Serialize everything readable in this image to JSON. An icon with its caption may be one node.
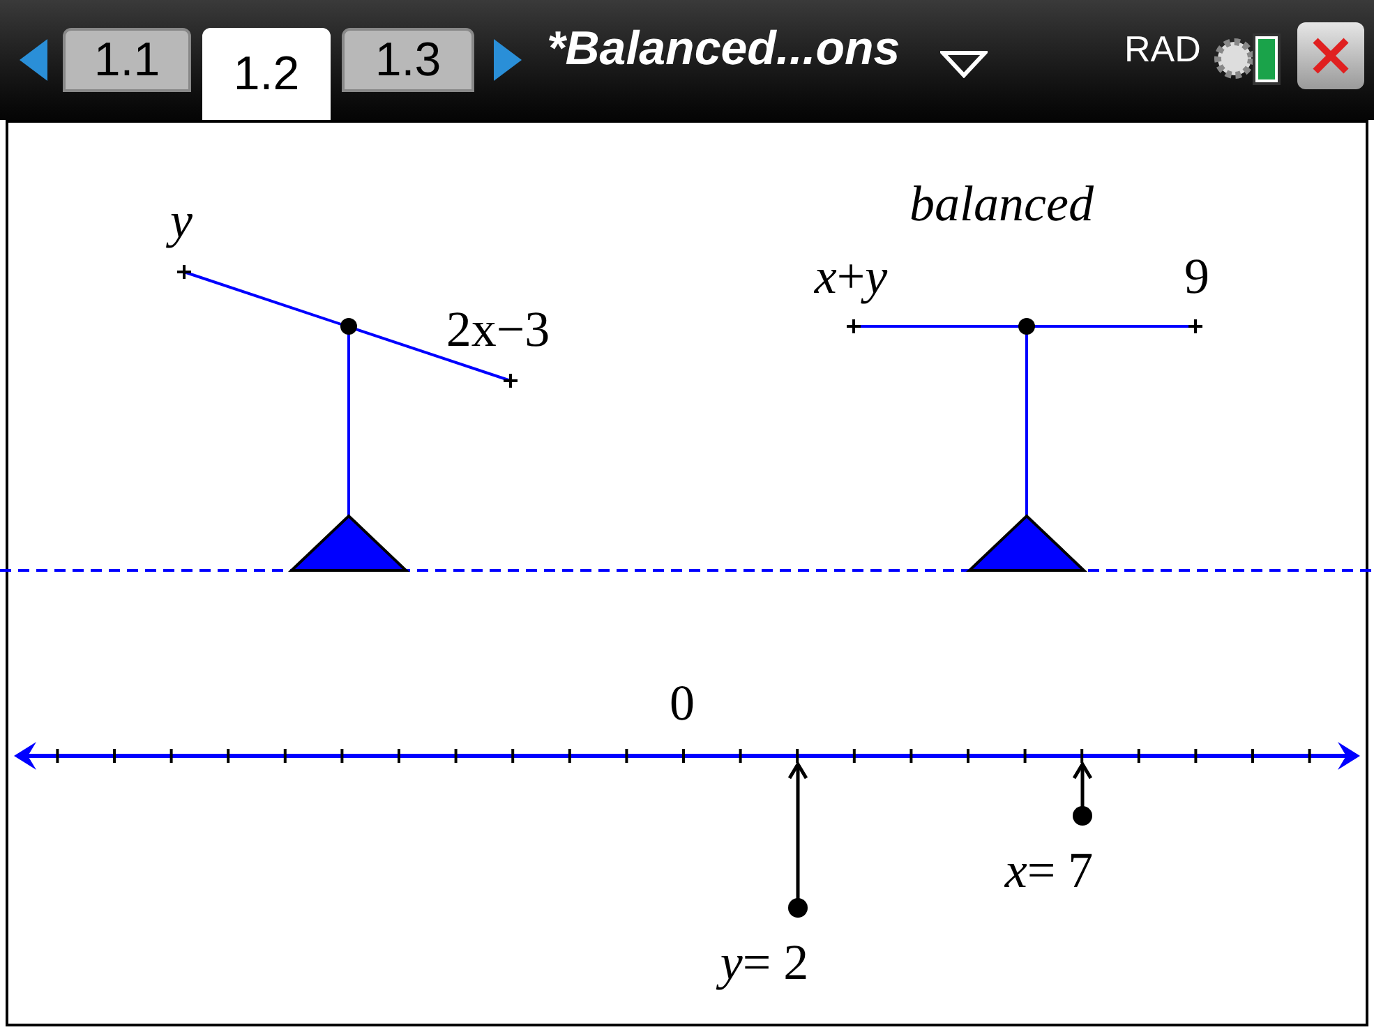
{
  "diagram": {
    "nodes": [
      {
        "text": [
          "*x*= 7"
        ]
      },
      {
        "text": [
          "*y*= 2"
        ]
      }
    ],
    "edges": [
      {
        "from": 0,
        "to": null,
        "arrow": "to"
      },
      {
        "from": 1,
        "to": null,
        "arrow": "to"
      }
    ],
    "labels": [
      "1.1",
      "1.2",
      "1.3",
      "*Balanced...ons",
      "RAD",
      "balanced",
      "*y*",
      "*x*+*y*",
      "9",
      "2x−3",
      "0"
    ]
  }
}
